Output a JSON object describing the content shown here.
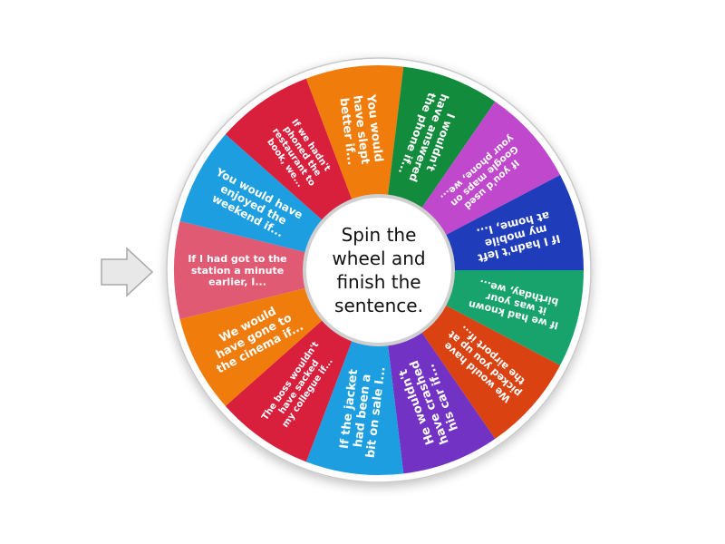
{
  "wheel": {
    "center_prompt": [
      "Spin the",
      "wheel and",
      "finish the",
      "sentence."
    ],
    "pointer_icon": "arrow-right-icon",
    "segments": [
      {
        "lines": [
          "If I had got to the",
          "station a minute",
          "earlier, I..."
        ],
        "color": "#e05a73",
        "size": 11
      },
      {
        "lines": [
          "You would have",
          "enjoyed the",
          "weekend if..."
        ],
        "color": "#1d9ee0",
        "size": 12
      },
      {
        "lines": [
          "If we hadn't",
          "phoned the",
          "restaurant to",
          "book, we..."
        ],
        "color": "#d8203c",
        "size": 10
      },
      {
        "lines": [
          "You would",
          "have slept",
          "better if..."
        ],
        "color": "#f07c0c",
        "size": 13
      },
      {
        "lines": [
          "I wouldn't",
          "have answered",
          "the phone if..."
        ],
        "color": "#128b3c",
        "size": 12
      },
      {
        "lines": [
          "If you'd used",
          "Google maps on",
          "your phone, we..."
        ],
        "color": "#c048cc",
        "size": 10.5
      },
      {
        "lines": [
          "If I hadn't left",
          "my mobile",
          "at home, I..."
        ],
        "color": "#1f3dbb",
        "size": 12
      },
      {
        "lines": [
          "If we had known",
          "it was your",
          "birthday, we..."
        ],
        "color": "#17a36b",
        "size": 11
      },
      {
        "lines": [
          "We would have",
          "picked you up at",
          "the airport if..."
        ],
        "color": "#db4212",
        "size": 11
      },
      {
        "lines": [
          "He wouldn't",
          "have crashed",
          "his car if..."
        ],
        "color": "#7232c4",
        "size": 13
      },
      {
        "lines": [
          "If the jacket",
          "had been a",
          "bit on sale I..."
        ],
        "color": "#1d9ee0",
        "size": 13
      },
      {
        "lines": [
          "The boss wouldn't",
          "have sacked",
          "my collegue if..."
        ],
        "color": "#d8203c",
        "size": 10
      },
      {
        "lines": [
          "We would",
          "have gone to",
          "the cinema if..."
        ],
        "color": "#f07c0c",
        "size": 12.5
      }
    ]
  }
}
